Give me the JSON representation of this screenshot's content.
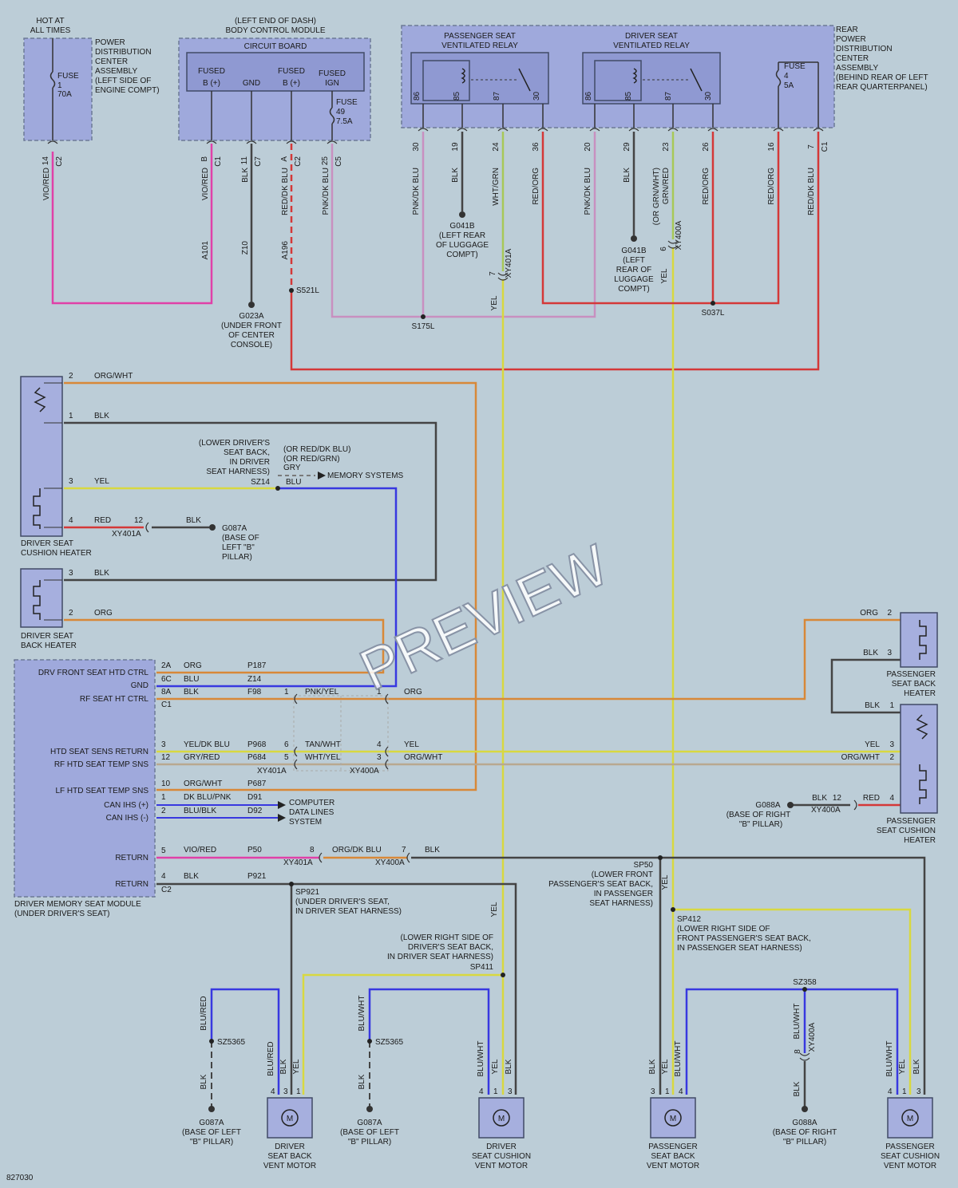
{
  "doc_id": "827030",
  "watermark": "PREVIEW",
  "pdc_front": {
    "hot_label_1": "HOT AT",
    "hot_label_2": "ALL TIMES",
    "name_lines": [
      "POWER",
      "DISTRIBUTION",
      "CENTER",
      "ASSEMBLY",
      "(LEFT SIDE OF",
      "ENGINE COMPT)"
    ],
    "fuse_label": "FUSE",
    "fuse_num": "1",
    "fuse_rating": "70A",
    "pin": "14",
    "conn": "C2",
    "wire_color": "VIO/RED"
  },
  "bcm": {
    "header_1": "(LEFT END OF DASH)",
    "header_2": "BODY CONTROL MODULE",
    "board": "CIRCUIT BOARD",
    "fused_b1a": "FUSED",
    "fused_b1b": "B (+)",
    "gnd": "GND",
    "fused_b2a": "FUSED",
    "fused_b2b": "B (+)",
    "fused_ign_a": "FUSED",
    "fused_ign_b": "IGN",
    "fuse_label": "FUSE",
    "fuse_num": "49",
    "fuse_rating": "7.5A",
    "p1_pin": "B",
    "p1_conn": "C1",
    "p1_color": "VIO/RED",
    "p1_circuit": "A101",
    "p2_pin": "11",
    "p2_conn": "C7",
    "p2_color": "BLK",
    "p2_circuit": "Z10",
    "p3_pin": "A",
    "p3_conn": "C2",
    "p3_color": "RED/DK BLU",
    "p3_circuit": "A196",
    "p4_pin": "25",
    "p4_conn": "C5",
    "p4_color": "PNK/DK BLU"
  },
  "rear_pdc": {
    "name_lines": [
      "REAR",
      "POWER",
      "DISTRIBUTION",
      "CENTER",
      "ASSEMBLY",
      "(BEHIND REAR OF LEFT",
      "REAR QUARTERPANEL)"
    ],
    "pass_relay_1": "PASSENGER SEAT",
    "pass_relay_2": "VENTILATED RELAY",
    "drv_relay_1": "DRIVER SEAT",
    "drv_relay_2": "VENTILATED RELAY",
    "fuse_label": "FUSE",
    "fuse_num": "4",
    "fuse_rating": "5A",
    "relay_pins": [
      "86",
      "85",
      "87",
      "30"
    ],
    "pins": [
      "30",
      "19",
      "24",
      "36",
      "20",
      "29",
      "23",
      "26",
      "16",
      "7"
    ],
    "conn": "C1",
    "colors": [
      "PNK/DK BLU",
      "BLK",
      "WHT/GRN",
      "RED/ORG",
      "PNK/DK BLU",
      "BLK",
      "(OR GRN/WHT)",
      "GRN/RED",
      "RED/ORG",
      "RED/ORG",
      "RED/DK BLU"
    ]
  },
  "grounds": {
    "g023a": [
      "G023A",
      "(UNDER FRONT",
      "OF CENTER",
      "CONSOLE)"
    ],
    "g041b_1": [
      "G041B",
      "(LEFT REAR",
      "OF LUGGAGE",
      "COMPT)"
    ],
    "g041b_2": [
      "G041B",
      "(LEFT",
      "REAR OF",
      "LUGGAGE",
      "COMPT)"
    ],
    "g087a_1": [
      "G087A",
      "(BASE OF",
      "LEFT \"B\"",
      "PILLAR)"
    ],
    "g088a_1": [
      "G088A",
      "(BASE OF RIGHT",
      "\"B\" PILLAR)"
    ],
    "g087a_2": [
      "G087A",
      "(BASE OF LEFT",
      "\"B\" PILLAR)"
    ],
    "g087a_3": [
      "G087A",
      "(BASE OF LEFT",
      "\"B\" PILLAR)"
    ],
    "g088a_2": [
      "G088A",
      "(BASE OF RIGHT",
      "\"B\" PILLAR)"
    ]
  },
  "splices": {
    "s521l": "S521L",
    "s175l": "S175L",
    "s037l": "S037L",
    "sz14": "SZ14",
    "sz14_desc": [
      "(LOWER DRIVER'S",
      "SEAT BACK,",
      "IN DRIVER",
      "SEAT HARNESS)"
    ],
    "sp50": "SP50",
    "sp50_desc": [
      "(LOWER FRONT",
      "PASSENGER'S SEAT BACK,",
      "IN PASSENGER",
      "SEAT HARNESS)"
    ],
    "sp921": "SP921",
    "sp921_desc": [
      "(UNDER DRIVER'S SEAT,",
      "IN DRIVER SEAT HARNESS)"
    ],
    "sp412": "SP412",
    "sp412_desc": [
      "(LOWER RIGHT SIDE OF",
      "FRONT PASSENGER'S SEAT BACK,",
      "IN PASSENGER SEAT HARNESS)"
    ],
    "sp411": "SP411",
    "sp411_desc": [
      "(LOWER RIGHT SIDE OF",
      "DRIVER'S SEAT BACK,",
      "IN DRIVER SEAT HARNESS)"
    ],
    "sz5365": "SZ5365",
    "sz358": "SZ358"
  },
  "inline": {
    "xy401a_7": "7",
    "xy401a": "XY401A",
    "xy400a_6": "6",
    "xy400a": "XY400A",
    "yel": "YEL",
    "blk": "BLK",
    "yel2": "YEL"
  },
  "driver_cushion": {
    "name_1": "DRIVER SEAT",
    "name_2": "CUSHION HEATER",
    "pins": [
      "2",
      "1",
      "3",
      "4"
    ],
    "colors": [
      "ORG/WHT",
      "BLK",
      "YEL",
      "RED"
    ],
    "inline_pin": "12",
    "inline_conn": "XY401A",
    "gnd_color": "BLK",
    "memory_alt_1": "(OR RED/DK BLU)",
    "memory_alt_2": "(OR RED/GRN)",
    "memory_color": "GRY",
    "memory_label": "MEMORY SYSTEMS",
    "blu": "BLU"
  },
  "driver_back": {
    "name_1": "DRIVER SEAT",
    "name_2": "BACK HEATER",
    "pins": [
      "3",
      "2"
    ],
    "colors": [
      "BLK",
      "ORG"
    ]
  },
  "passenger_back": {
    "name_1": "PASSENGER",
    "name_2": "SEAT BACK",
    "name_3": "HEATER",
    "pins": [
      "2",
      "3"
    ],
    "colors": [
      "ORG",
      "BLK"
    ]
  },
  "passenger_cushion": {
    "name_1": "PASSENGER",
    "name_2": "SEAT CUSHION",
    "name_3": "HEATER",
    "pins": [
      "1",
      "3",
      "2",
      "4"
    ],
    "colors": [
      "BLK",
      "YEL",
      "ORG/WHT",
      "RED"
    ],
    "inline_pin": "12",
    "inline_conn": "XY400A",
    "gnd_color": "BLK"
  },
  "dms": {
    "name_1": "DRIVER MEMORY SEAT MODULE",
    "name_2": "(UNDER DRIVER'S SEAT)",
    "labels": [
      "DRV FRONT SEAT HTD CTRL",
      "GND",
      "RF SEAT HT CTRL",
      "HTD SEAT SENS RETURN",
      "RF HTD SEAT TEMP SNS",
      "LF HTD SEAT TEMP SNS",
      "CAN IHS (+)",
      "CAN IHS (-)",
      "RETURN",
      "RETURN"
    ],
    "pins": [
      "2A",
      "6C",
      "8A",
      "3",
      "12",
      "10",
      "1",
      "2",
      "5",
      "4"
    ],
    "conn_c1": "C1",
    "conn_c2": "C2",
    "colors": [
      "ORG",
      "BLU",
      "BLK",
      "YEL/DK BLU",
      "GRY/RED",
      "ORG/WHT",
      "DK BLU/PNK",
      "BLU/BLK",
      "VIO/RED",
      "BLK"
    ],
    "circuits": [
      "P187",
      "Z14",
      "F98",
      "P968",
      "P684",
      "P687",
      "D91",
      "D92",
      "P50",
      "P921"
    ],
    "cds_1": "COMPUTER",
    "cds_2": "DATA LINES",
    "cds_3": "SYSTEM",
    "mid_pins": [
      "1",
      "6",
      "5",
      "8"
    ],
    "mid_colors": [
      "PNK/YEL",
      "TAN/WHT",
      "WHT/YEL",
      "ORG/DK BLU"
    ],
    "right_pins": [
      "1",
      "4",
      "3",
      "7"
    ],
    "right_colors": [
      "ORG",
      "YEL",
      "ORG/WHT",
      "BLK"
    ],
    "xy401a": "XY401A",
    "xy400a": "XY400A"
  },
  "motors": {
    "m_letter": "M",
    "dbv": [
      "DRIVER",
      "SEAT BACK",
      "VENT MOTOR"
    ],
    "dcv": [
      "DRIVER",
      "SEAT CUSHION",
      "VENT MOTOR"
    ],
    "pbv": [
      "PASSENGER",
      "SEAT BACK",
      "VENT MOTOR"
    ],
    "pcv": [
      "PASSENGER",
      "SEAT CUSHION",
      "VENT MOTOR"
    ],
    "dbv_pins": [
      "4",
      "3",
      "1"
    ],
    "dbv_colors": [
      "BLU/RED",
      "BLK",
      "YEL"
    ],
    "dcv_pins": [
      "4",
      "1",
      "3"
    ],
    "dcv_colors": [
      "BLU/WHT",
      "YEL",
      "BLK"
    ],
    "pbv_pins": [
      "3",
      "1",
      "4"
    ],
    "pbv_colors": [
      "BLK",
      "YEL",
      "BLU/WHT"
    ],
    "pcv_pins": [
      "4",
      "1",
      "3"
    ],
    "pcv_colors": [
      "BLU/WHT",
      "YEL",
      "BLK"
    ],
    "gnd_colors": [
      "BLU/RED",
      "BLK",
      "BLU/WHT",
      "BLK",
      "BLU/WHT",
      "BLK"
    ],
    "yel": "YEL",
    "yel_sp50": "YEL",
    "xy400a_8": "8",
    "xy400a": "XY400A"
  },
  "colors": {
    "vio_red": "#e040a8",
    "black": "#444444",
    "red": "#d43838",
    "pink": "#c890c0",
    "green": "#a8c858",
    "yellow": "#d8d840",
    "orange": "#d88838",
    "blue": "#3838e0",
    "grey": "#7a7a7a",
    "tan": "#b8a890"
  }
}
